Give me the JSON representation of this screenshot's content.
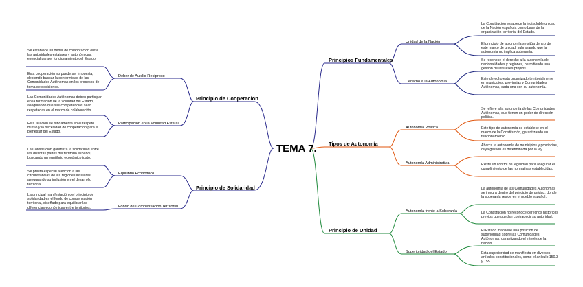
{
  "colors": {
    "blue": "#2a2a8c",
    "orange": "#e0560e",
    "green": "#1f8a3c",
    "right_top": "#1a237e"
  },
  "central": "TEMA 7.",
  "branches": {
    "fundamentales": {
      "label": "Principios Fundamentales",
      "subs": [
        {
          "label": "Unidad de la Nación",
          "leaves": [
            "La Constitución establece la indisoluble unidad de la Nación española como base de la organización territorial del Estado.",
            "El principio de autonomía se sitúa dentro de este marco de unidad, subrayando que la autonomía no implica soberanía."
          ]
        },
        {
          "label": "Derecho a la Autonomía",
          "leaves": [
            "Se reconoce el derecho a la autonomía de nacionalidades y regiones, permitiendo una gestión de intereses propios.",
            "Este derecho está organizado territorialmente en municipios, provincias y Comunidades Autónomas, cada una con su autonomía."
          ]
        }
      ]
    },
    "tipos": {
      "label": "Tipos de Autonomía",
      "subs": [
        {
          "label": "Autonomía Política",
          "leaves": [
            "Se refiere a la autonomía de las Comunidades Autónomas, que tienen un poder de dirección política.",
            "Este tipo de autonomía se establece en el marco de la Constitución, garantizando su funcionamiento."
          ]
        },
        {
          "label": "Autonomía Administrativa",
          "leaves": [
            "Abarca la autonomía de municipios y provincias, cuya gestión es determinada por la ley.",
            "Existe un control de legalidad para asegurar el cumplimiento de las normativas establecidas."
          ]
        }
      ]
    },
    "unidad": {
      "label": "Principio de Unidad",
      "subs": [
        {
          "label": "Autonomía frente a Soberanía",
          "leaves": [
            "La autonomía de las Comunidades Autónomas se integra dentro del principio de unidad, donde la soberanía reside en el pueblo español.",
            "La Constitución no reconoce derechos históricos previos que puedan contradecir su autoridad."
          ]
        },
        {
          "label": "Superioridad del Estado",
          "leaves": [
            "El Estado mantiene una posición de superioridad sobre las Comunidades Autónomas, garantizando el interés de la nación.",
            "Esta superioridad se manifiesta en diversos artículos constitucionales, como el artículo 150.3 y 155."
          ]
        }
      ]
    },
    "cooperacion": {
      "label": "Principio de Cooperación",
      "subs": [
        {
          "label": "Deber de Auxilio Recíproco",
          "leaves": [
            "Se establece un deber de colaboración entre las autoridades estatales y autonómicas, esencial para el funcionamiento del Estado.",
            "Esta cooperación no puede ser impuesta, debiendo buscar la conformidad de las Comunidades Autónomas en los procesos de toma de decisiones."
          ]
        },
        {
          "label": "Participación en la Voluntad Estatal",
          "leaves": [
            "Las Comunidades Autónomas deben participar en la formación de la voluntad del Estado, asegurando que sus competencias sean respetadas en el marco de colaboración.",
            "Esta relación se fundamenta en el respeto mutuo y la necesidad de cooperación para el bienestar del Estado."
          ]
        }
      ]
    },
    "solidaridad": {
      "label": "Principio de Solidaridad",
      "subs": [
        {
          "label": "Equilibrio Económico",
          "leaves": [
            "La Constitución garantiza la solidaridad entre las distintas partes del territorio español, buscando un equilibrio económico justo.",
            "Se presta especial atención a las circunstancias de las regiones insulares, asegurando su inclusión en el desarrollo territorial."
          ]
        },
        {
          "label": "Fondo de Compensación Territorial",
          "leaves": [
            "La principal manifestación del principio de solidaridad es el fondo de compensación territorial, diseñado para equilibrar las diferencias económicas entre territorios."
          ]
        }
      ]
    }
  }
}
